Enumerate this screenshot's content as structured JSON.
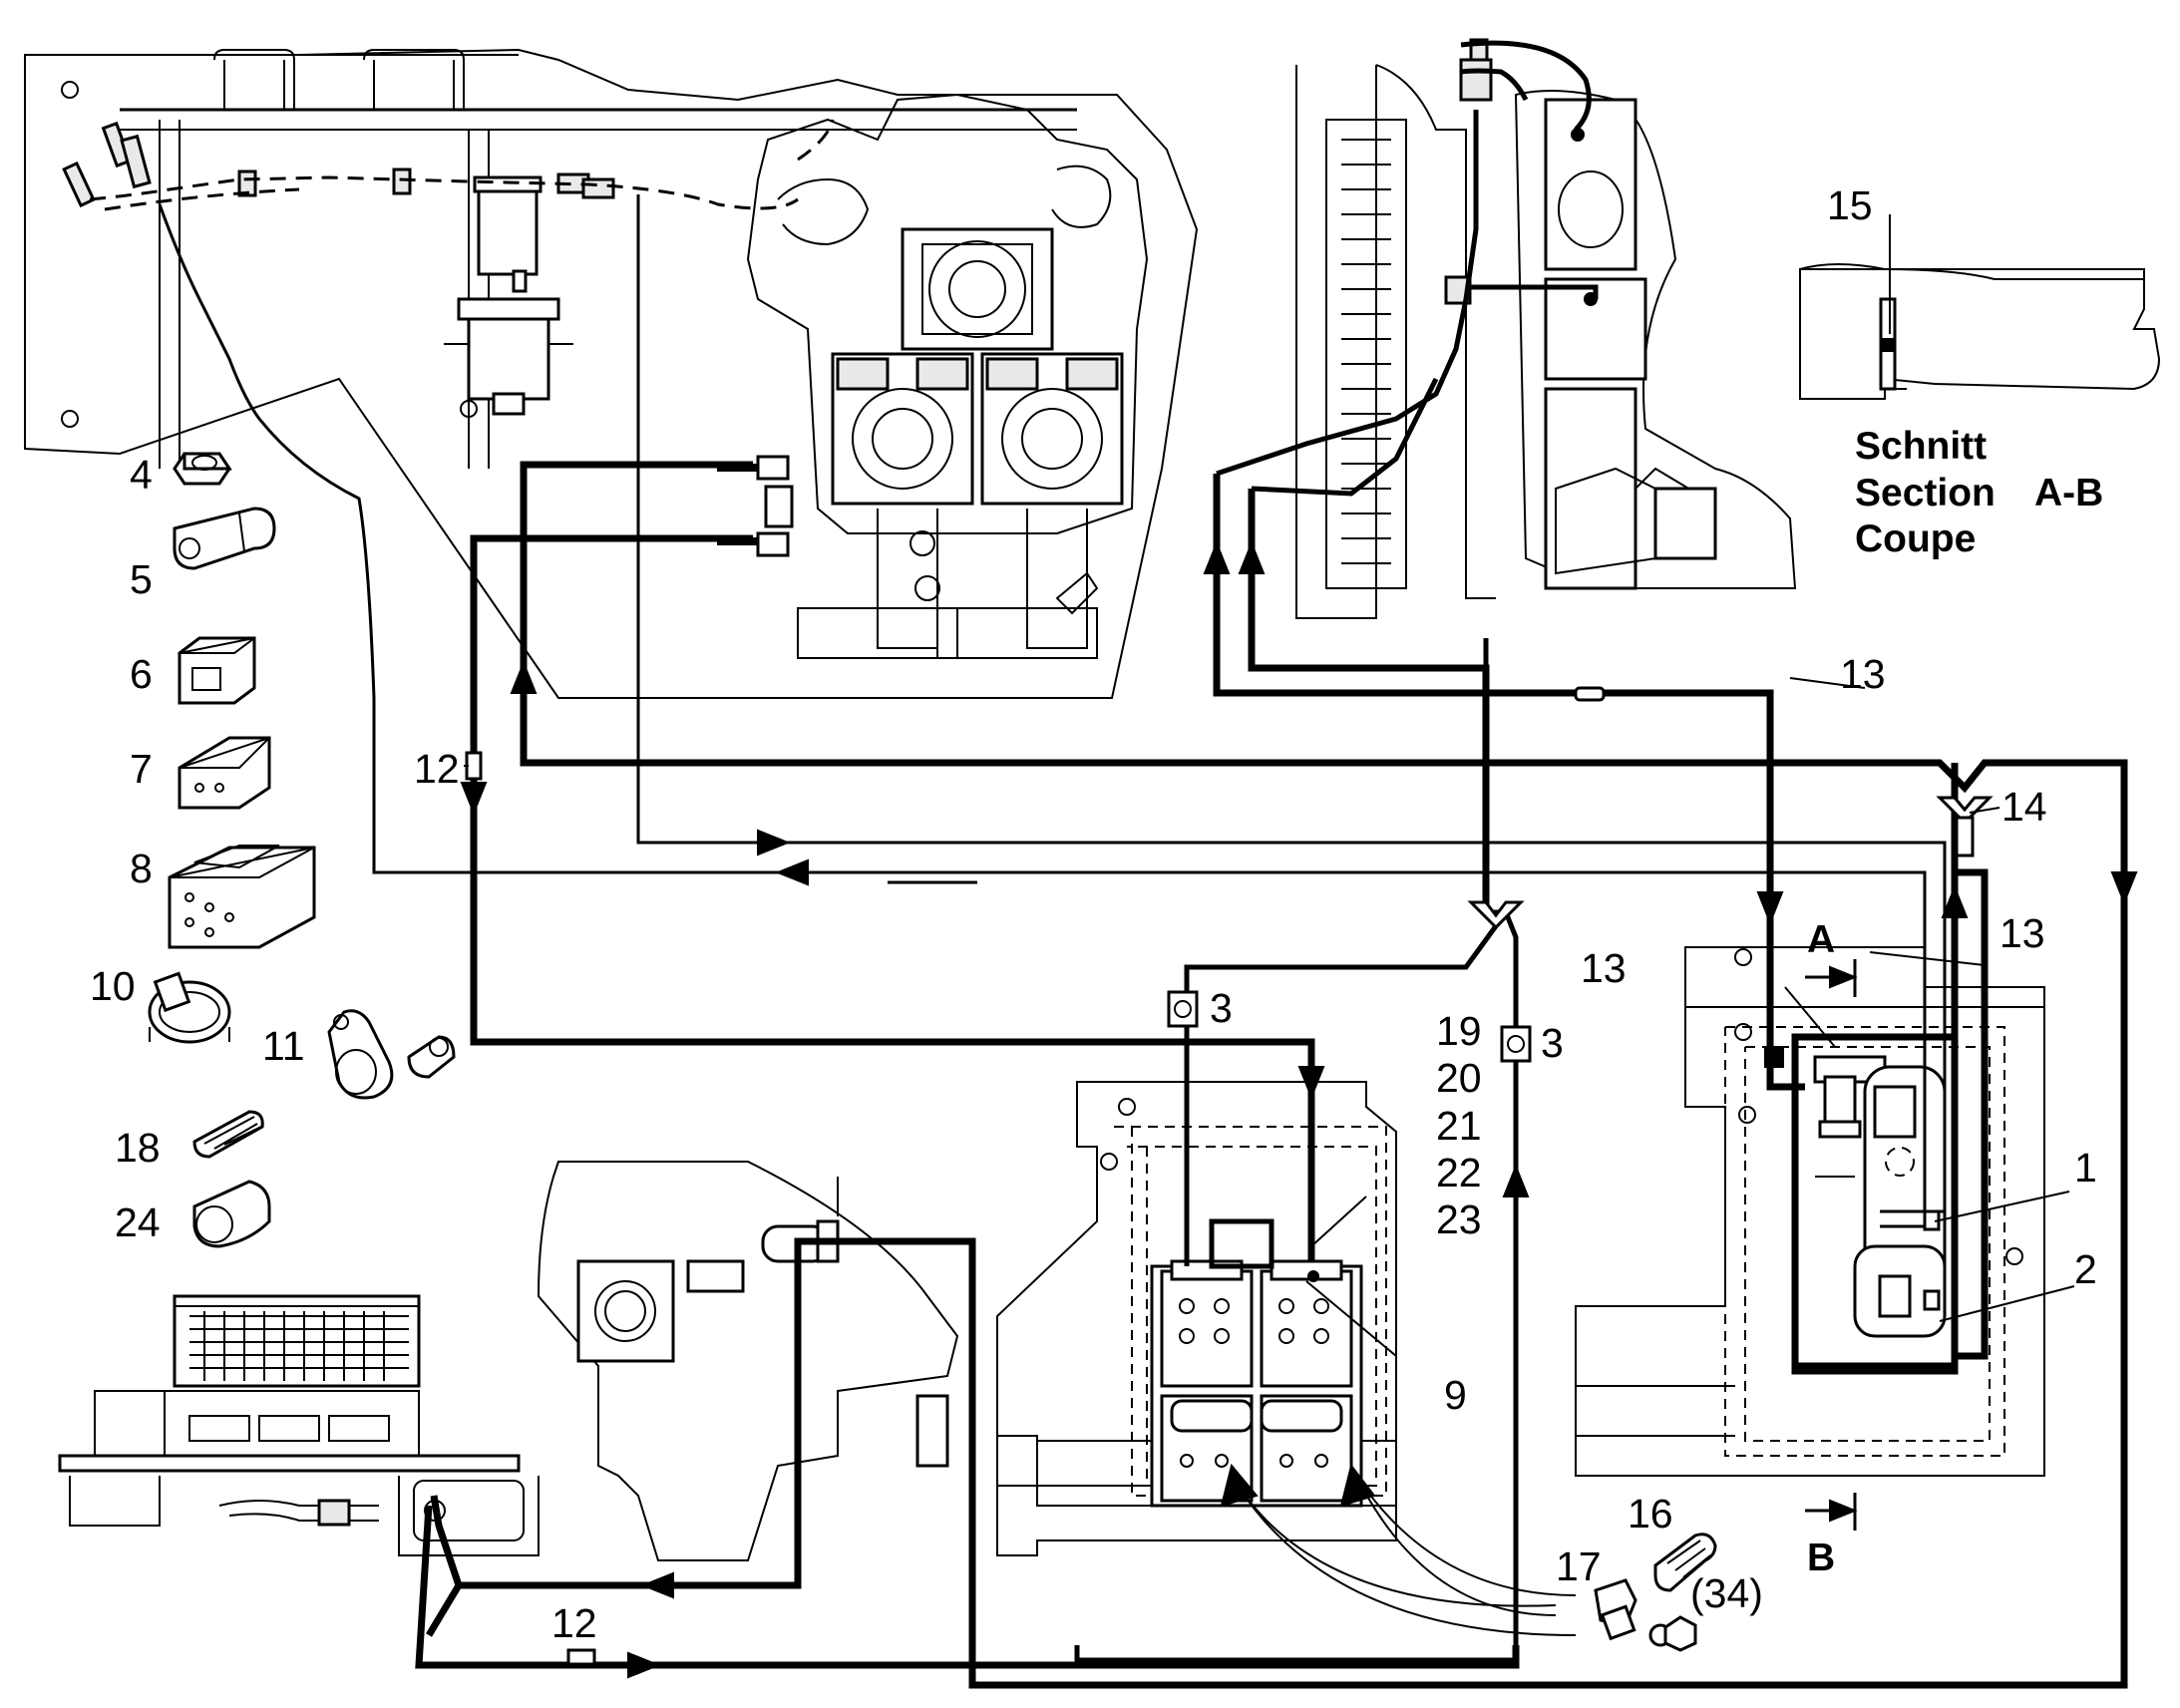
{
  "callouts": {
    "c1": "1",
    "c2": "2",
    "c3a": "3",
    "c3b": "3",
    "c4": "4",
    "c5": "5",
    "c6": "6",
    "c7": "7",
    "c8": "8",
    "c9": "9",
    "c10": "10",
    "c11": "11",
    "c12a": "12",
    "c12b": "12",
    "c13a": "13",
    "c13b": "13",
    "c13c": "13",
    "c14": "14",
    "c15": "15",
    "c16": "16",
    "c17": "17",
    "c18": "18",
    "c19": "19",
    "c20": "20",
    "c21": "21",
    "c22": "22",
    "c23": "23",
    "c24": "24",
    "c34": "(34)"
  },
  "section_markers": {
    "a": "A",
    "b": "B"
  },
  "section_caption": {
    "line1": "Schnitt",
    "line2": "Section",
    "line3": "Coupe",
    "label": "A-B"
  }
}
